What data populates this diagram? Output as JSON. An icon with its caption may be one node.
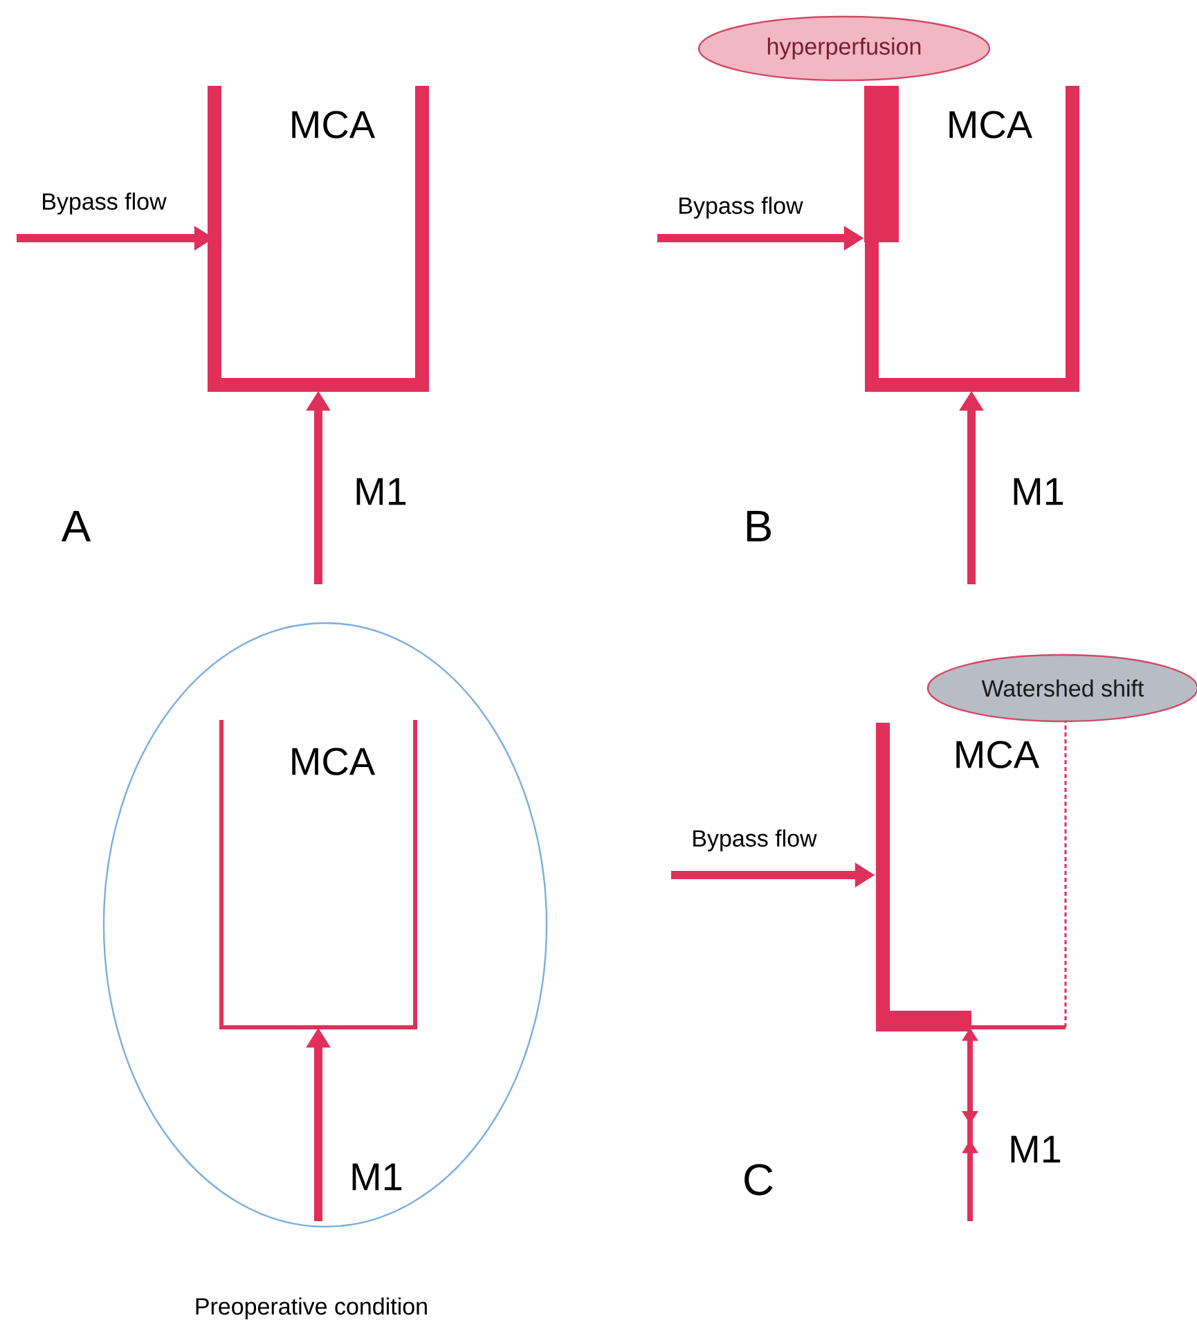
{
  "diagram": {
    "nodes": [
      {
        "text": [
          "MCA"
        ]
      },
      {
        "text": [
          "hyperperfusion"
        ]
      },
      {
        "text": [
          "MCA"
        ]
      },
      {
        "text": [
          "Preoperative condition"
        ]
      },
      {
        "text": [
          "MCA"
        ],
        "in": 3
      },
      {
        "text": [
          "Watershed shift"
        ]
      },
      {
        "text": [
          "MCA"
        ]
      }
    ],
    "edges": [
      {
        "from": null,
        "to": 0,
        "arrow": "to",
        "label": "Bypass flow"
      },
      {
        "from": null,
        "to": 0,
        "arrow": "to",
        "label": "M1"
      },
      {
        "from": null,
        "to": 2,
        "arrow": "to",
        "label": "Bypass flow"
      },
      {
        "from": null,
        "to": 2,
        "arrow": "to",
        "label": "M1"
      },
      {
        "from": null,
        "to": 4,
        "arrow": "to",
        "label": "M1"
      },
      {
        "from": null,
        "to": 6,
        "arrow": "to",
        "label": "Bypass flow"
      },
      {
        "from": null,
        "to": 6,
        "arrow": "to",
        "label": "M1"
      }
    ],
    "labels": [
      "A",
      "B",
      "C"
    ]
  }
}
